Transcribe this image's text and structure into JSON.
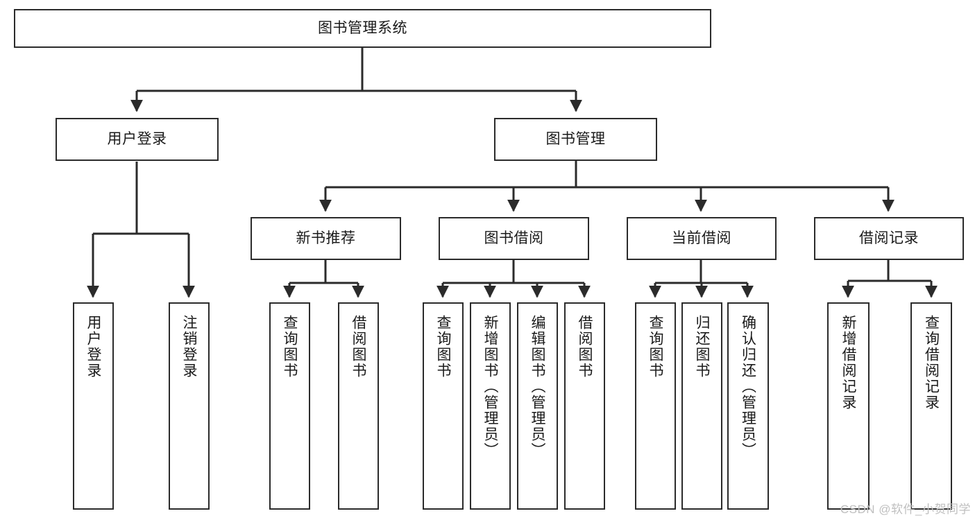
{
  "diagram": {
    "title": "图书管理系统",
    "type": "tree-hierarchy",
    "stroke_color": "#2b2b2b",
    "fill_color": "#ffffff",
    "root": {
      "label": "图书管理系统"
    },
    "level2": [
      {
        "label": "用户登录"
      },
      {
        "label": "图书管理"
      }
    ],
    "level3": [
      {
        "label": "新书推荐"
      },
      {
        "label": "图书借阅"
      },
      {
        "label": "当前借阅"
      },
      {
        "label": "借阅记录"
      }
    ],
    "leaves": {
      "user_login": [
        {
          "label": "用户登录"
        },
        {
          "label": "注销登录"
        }
      ],
      "new_book_recommend": [
        {
          "label": "查询图书"
        },
        {
          "label": "借阅图书"
        }
      ],
      "book_borrow": [
        {
          "label": "查询图书"
        },
        {
          "label": "新增图书（管理员）"
        },
        {
          "label": "编辑图书（管理员）"
        },
        {
          "label": "借阅图书"
        }
      ],
      "current_borrow": [
        {
          "label": "查询图书"
        },
        {
          "label": "归还图书"
        },
        {
          "label": "确认归还（管理员）"
        }
      ],
      "borrow_record": [
        {
          "label": "新增借阅记录"
        },
        {
          "label": "查询借阅记录"
        }
      ]
    }
  },
  "watermark": {
    "text": "CSDN @软件_小贺同学"
  }
}
